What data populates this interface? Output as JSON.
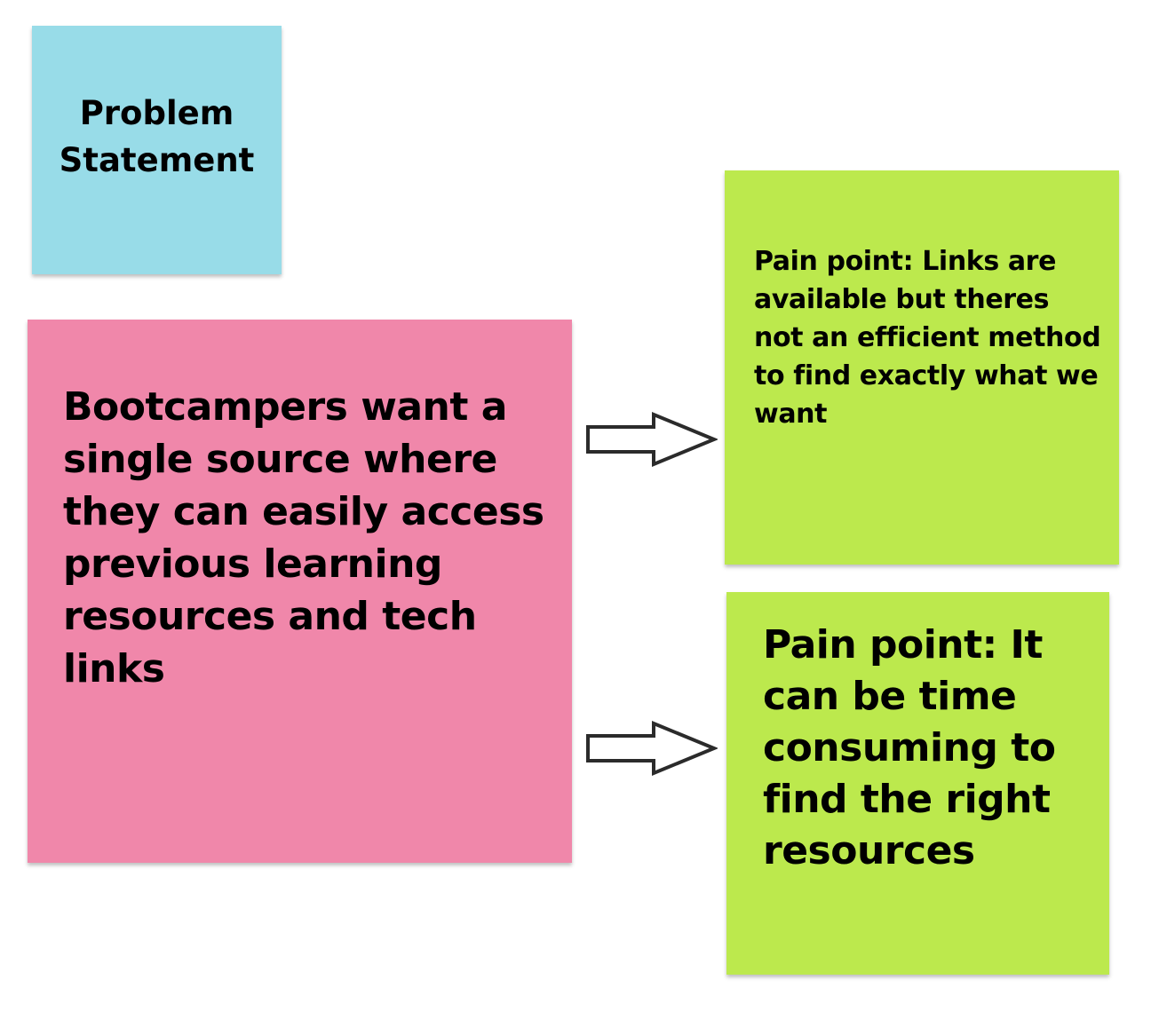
{
  "notes": {
    "title": {
      "text": "Problem Statement",
      "color": "#98dce8"
    },
    "main": {
      "text": "Bootcampers want a single source where they can easily access previous learning resources and tech links",
      "color": "#f087aa"
    },
    "pain_point_1": {
      "text": "Pain point: Links are available but theres not an efficient method to find exactly what we want",
      "color": "#bce94d"
    },
    "pain_point_2": {
      "text": "Pain point: It can be time consuming to find the right resources",
      "color": "#bce94d"
    }
  },
  "connectors": [
    {
      "from": "main",
      "to": "pain_point_1",
      "icon": "right-arrow-icon"
    },
    {
      "from": "main",
      "to": "pain_point_2",
      "icon": "right-arrow-icon"
    }
  ]
}
